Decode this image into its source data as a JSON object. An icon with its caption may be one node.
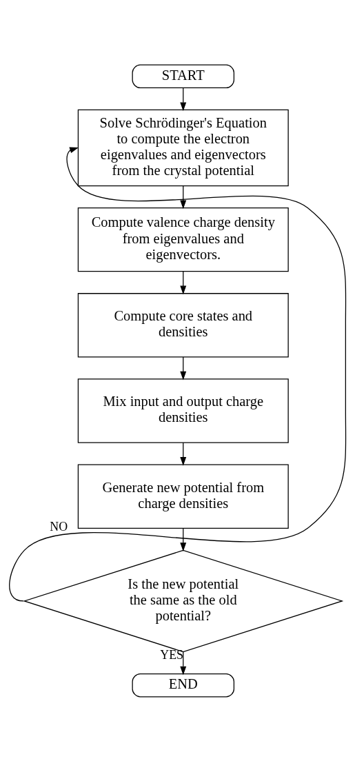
{
  "diagram": {
    "nodes": [
      {
        "text": [
          "START"
        ]
      },
      {
        "text": [
          "Solve Schrödinger's Equation to compute the electron eigenvalues and eigenvectors from the crystal potential"
        ]
      },
      {
        "text": [
          "Compute valence charge density from eigenvalues and eigenvectors."
        ]
      },
      {
        "text": [
          "Compute core states and densities"
        ]
      },
      {
        "text": [
          "Mix input and output charge densities"
        ]
      },
      {
        "text": [
          "Generate new potential from charge densities"
        ]
      },
      {
        "text": [
          "Is the new potential the same as the old potential?"
        ]
      },
      {
        "text": [
          "END"
        ]
      }
    ],
    "edges": [
      {
        "from": 0,
        "to": 1,
        "arrow": "to"
      },
      {
        "from": 1,
        "to": 2,
        "arrow": "to"
      },
      {
        "from": 2,
        "to": 3,
        "arrow": "to"
      },
      {
        "from": 3,
        "to": 4,
        "arrow": "to"
      },
      {
        "from": 4,
        "to": 5,
        "arrow": "to"
      },
      {
        "from": 5,
        "to": 6,
        "arrow": "to"
      },
      {
        "from": 6,
        "to": 1,
        "arrow": "to",
        "label": "NO"
      },
      {
        "from": 6,
        "to": 7,
        "arrow": "to",
        "label": "YES"
      }
    ]
  }
}
